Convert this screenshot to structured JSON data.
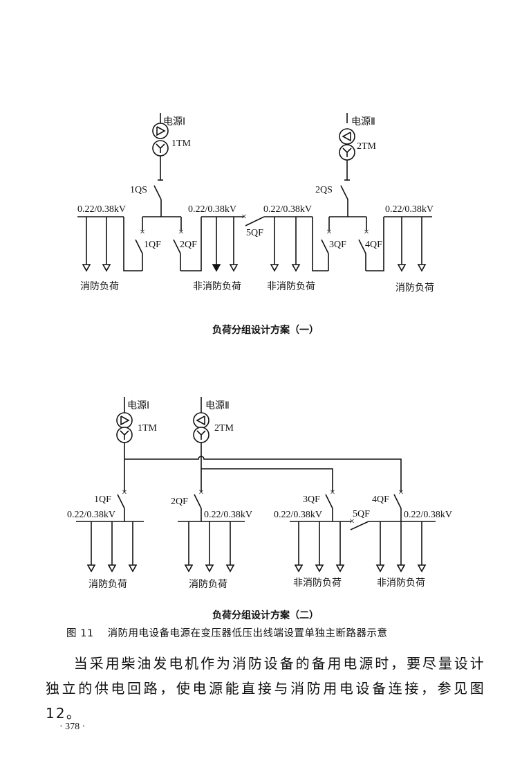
{
  "diagram1": {
    "caption": "负荷分组设计方案（一）",
    "source1_label": "电源Ⅰ",
    "source2_label": "电源Ⅱ",
    "transformer1": "1TM",
    "transformer2": "2TM",
    "switch1": "1QS",
    "switch2": "2QS",
    "breakers": [
      "1QF",
      "2QF",
      "3QF",
      "4QF",
      "5QF"
    ],
    "voltage": "0.22/0.38kV",
    "loads": [
      "消防负荷",
      "非消防负荷",
      "非消防负荷",
      "消防负荷"
    ]
  },
  "diagram2": {
    "caption": "负荷分组设计方案（二）",
    "source1_label": "电源Ⅰ",
    "source2_label": "电源Ⅱ",
    "transformer1": "1TM",
    "transformer2": "2TM",
    "breakers": [
      "1QF",
      "2QF",
      "3QF",
      "4QF",
      "5QF"
    ],
    "voltage": "0.22/0.38kV",
    "loads": [
      "消防负荷",
      "消防负荷",
      "非消防负荷",
      "非消防负荷"
    ]
  },
  "figure": {
    "number": "图 11",
    "title": "消防用电设备电源在变压器低压出线端设置单独主断路器示意"
  },
  "paragraph": "当采用柴油发电机作为消防设备的备用电源时，要尽量设计独立的供电回路，使电源能直接与消防用电设备连接，参见图 12。",
  "page_number": "· 378 ·"
}
